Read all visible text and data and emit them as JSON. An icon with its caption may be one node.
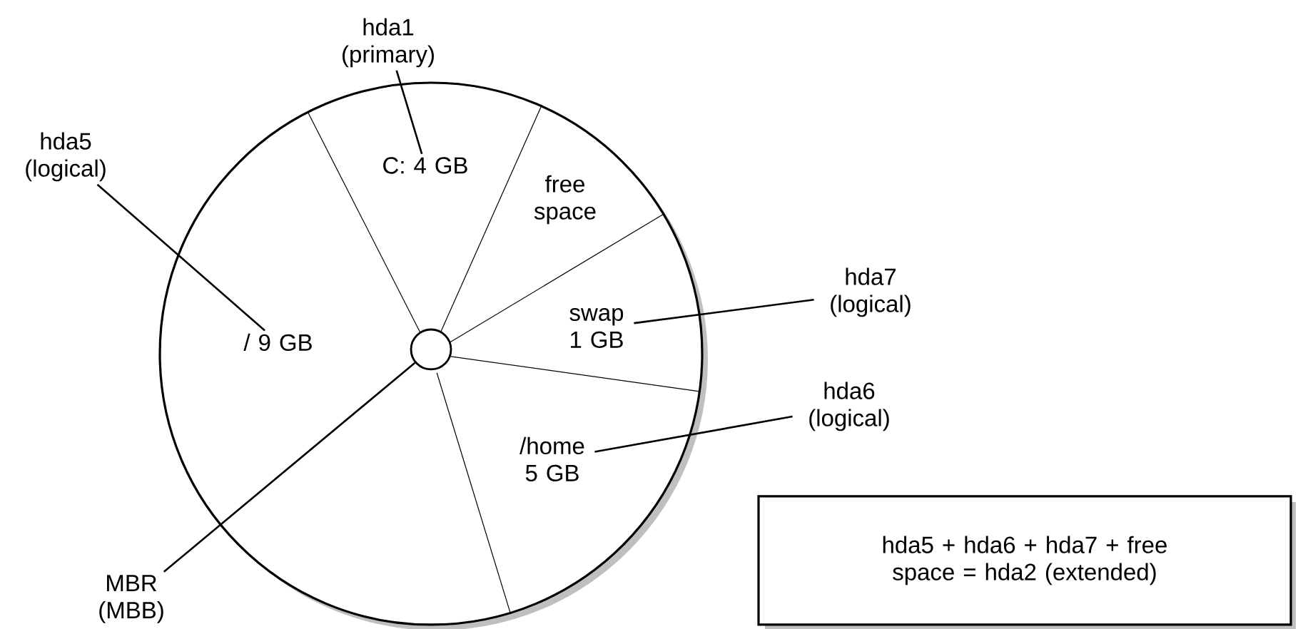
{
  "diagram": {
    "nodes": [
      {
        "text": [],
        "shape": "circle"
      },
      {
        "text": [
          "/ 9 GB"
        ],
        "in": 0
      },
      {
        "text": [
          "C: 4 GB"
        ],
        "in": 0
      },
      {
        "text": [
          "free space"
        ],
        "in": 0
      },
      {
        "text": [
          "swap 1 GB"
        ],
        "in": 0
      },
      {
        "text": [
          "/home 5 GB"
        ],
        "in": 0
      },
      {
        "text": [],
        "shape": "circle",
        "in": 0
      },
      {
        "text": [
          "hda1 (primary)"
        ]
      },
      {
        "text": [
          "hda5 (logical)"
        ]
      },
      {
        "text": [
          "hda7 (logical)"
        ]
      },
      {
        "text": [
          "hda6 (logical)"
        ]
      },
      {
        "text": [
          "MBR (MBB)"
        ]
      },
      {
        "text": [
          "hda5 + hda6 + hda7 + free space = hda2 (extended)"
        ]
      }
    ],
    "edges": [
      {
        "from": 7,
        "to": 2,
        "arrow": "none"
      },
      {
        "from": 8,
        "to": 1,
        "arrow": "none"
      },
      {
        "from": 9,
        "to": 4,
        "arrow": "none"
      },
      {
        "from": 10,
        "to": 5,
        "arrow": "none"
      },
      {
        "from": 11,
        "to": 6,
        "arrow": "none"
      }
    ]
  }
}
